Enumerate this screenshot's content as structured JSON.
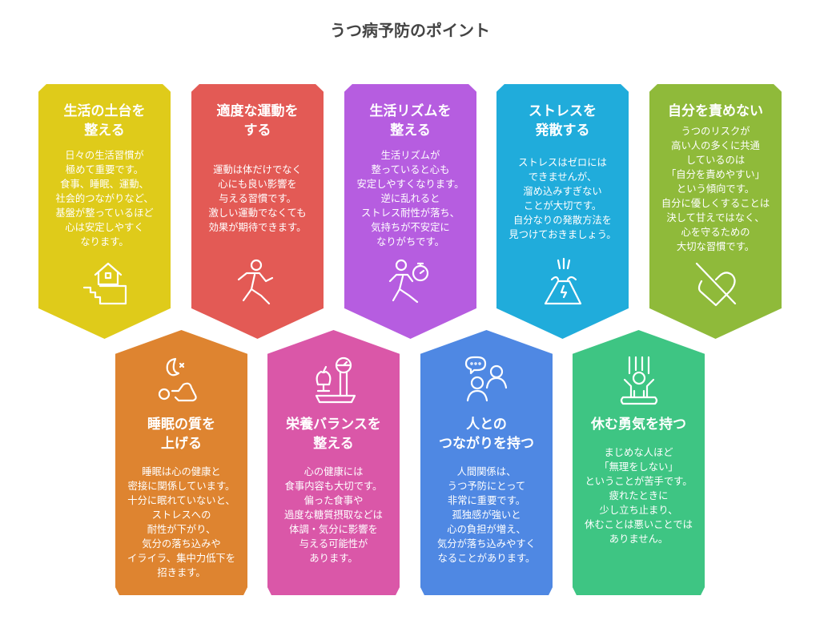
{
  "title": "うつ病予防のポイント",
  "cards": [
    {
      "title": "生活の土台を\n整える",
      "body": "日々の生活習慣が\n極めて重要です。\n食事、睡眠、運動、\n社会的つながりなど、\n基盤が整っているほど\n心は安定しやすく\nなります。",
      "icon": "house-stairs-icon",
      "color": "#DFCB1A"
    },
    {
      "title": "適度な運動を\nする",
      "body": "運動は体だけでなく\n心にも良い影響を\n与える習慣です。\n激しい運動でなくても\n効果が期待できます。",
      "icon": "running-person-icon",
      "color": "#E35A55"
    },
    {
      "title": "生活リズムを\n整える",
      "body": "生活リズムが\n整っていると心も\n安定しやすくなります。\n逆に乱れると\nストレス耐性が落ち、\n気持ちが不安定に\nなりがちです。",
      "icon": "runner-stopwatch-icon",
      "color": "#B65DE0"
    },
    {
      "title": "ストレスを\n発散する",
      "body": "ストレスはゼロには\nできませんが、\n溜め込みすぎない\nことが大切です。\n自分なりの発散方法を\n見つけておきましょう。",
      "icon": "volcano-icon",
      "color": "#20ACDB"
    },
    {
      "title": "自分を責めない",
      "body": "うつのリスクが\n高い人の多くに共通\nしているのは\n「自分を責めやすい」\nという傾向です。\n自分に優しくすることは\n決して甘えではなく、\n心を守るための\n大切な習慣です。",
      "icon": "heart-slash-icon",
      "color": "#8FBA3A"
    },
    {
      "title": "睡眠の質を\n上げる",
      "body": "睡眠は心の健康と\n密接に関係しています。\n十分に眠れていないと、\nストレスへの\n耐性が下がり、\n気分の落ち込みや\nイライラ、集中力低下を\n招きます。",
      "icon": "sleeping-person-moon-icon",
      "color": "#DE8430"
    },
    {
      "title": "栄養バランスを\n整える",
      "body": "心の健康には\n食事内容も大切です。\n偏った食事や\n過度な糖質摂取などは\n体調・気分に影響を\n与える可能性が\nあります。",
      "icon": "apple-scale-icon",
      "color": "#DA57A8"
    },
    {
      "title": "人との\nつながりを持つ",
      "body": "人間関係は、\nうつ予防にとって\n非常に重要です。\n孤独感が強いと\n心の負担が増え、\n気分が落ち込みやすく\nなることがあります。",
      "icon": "people-chat-icon",
      "color": "#4F88E3"
    },
    {
      "title": "休む勇気を持つ",
      "body": "まじめな人ほど\n「無理をしない」\nということが苦手です。\n疲れたときに\n少し立ち止まり、\n休むことは悪いことでは\nありません。",
      "icon": "person-swing-icon",
      "color": "#3EC583"
    }
  ]
}
